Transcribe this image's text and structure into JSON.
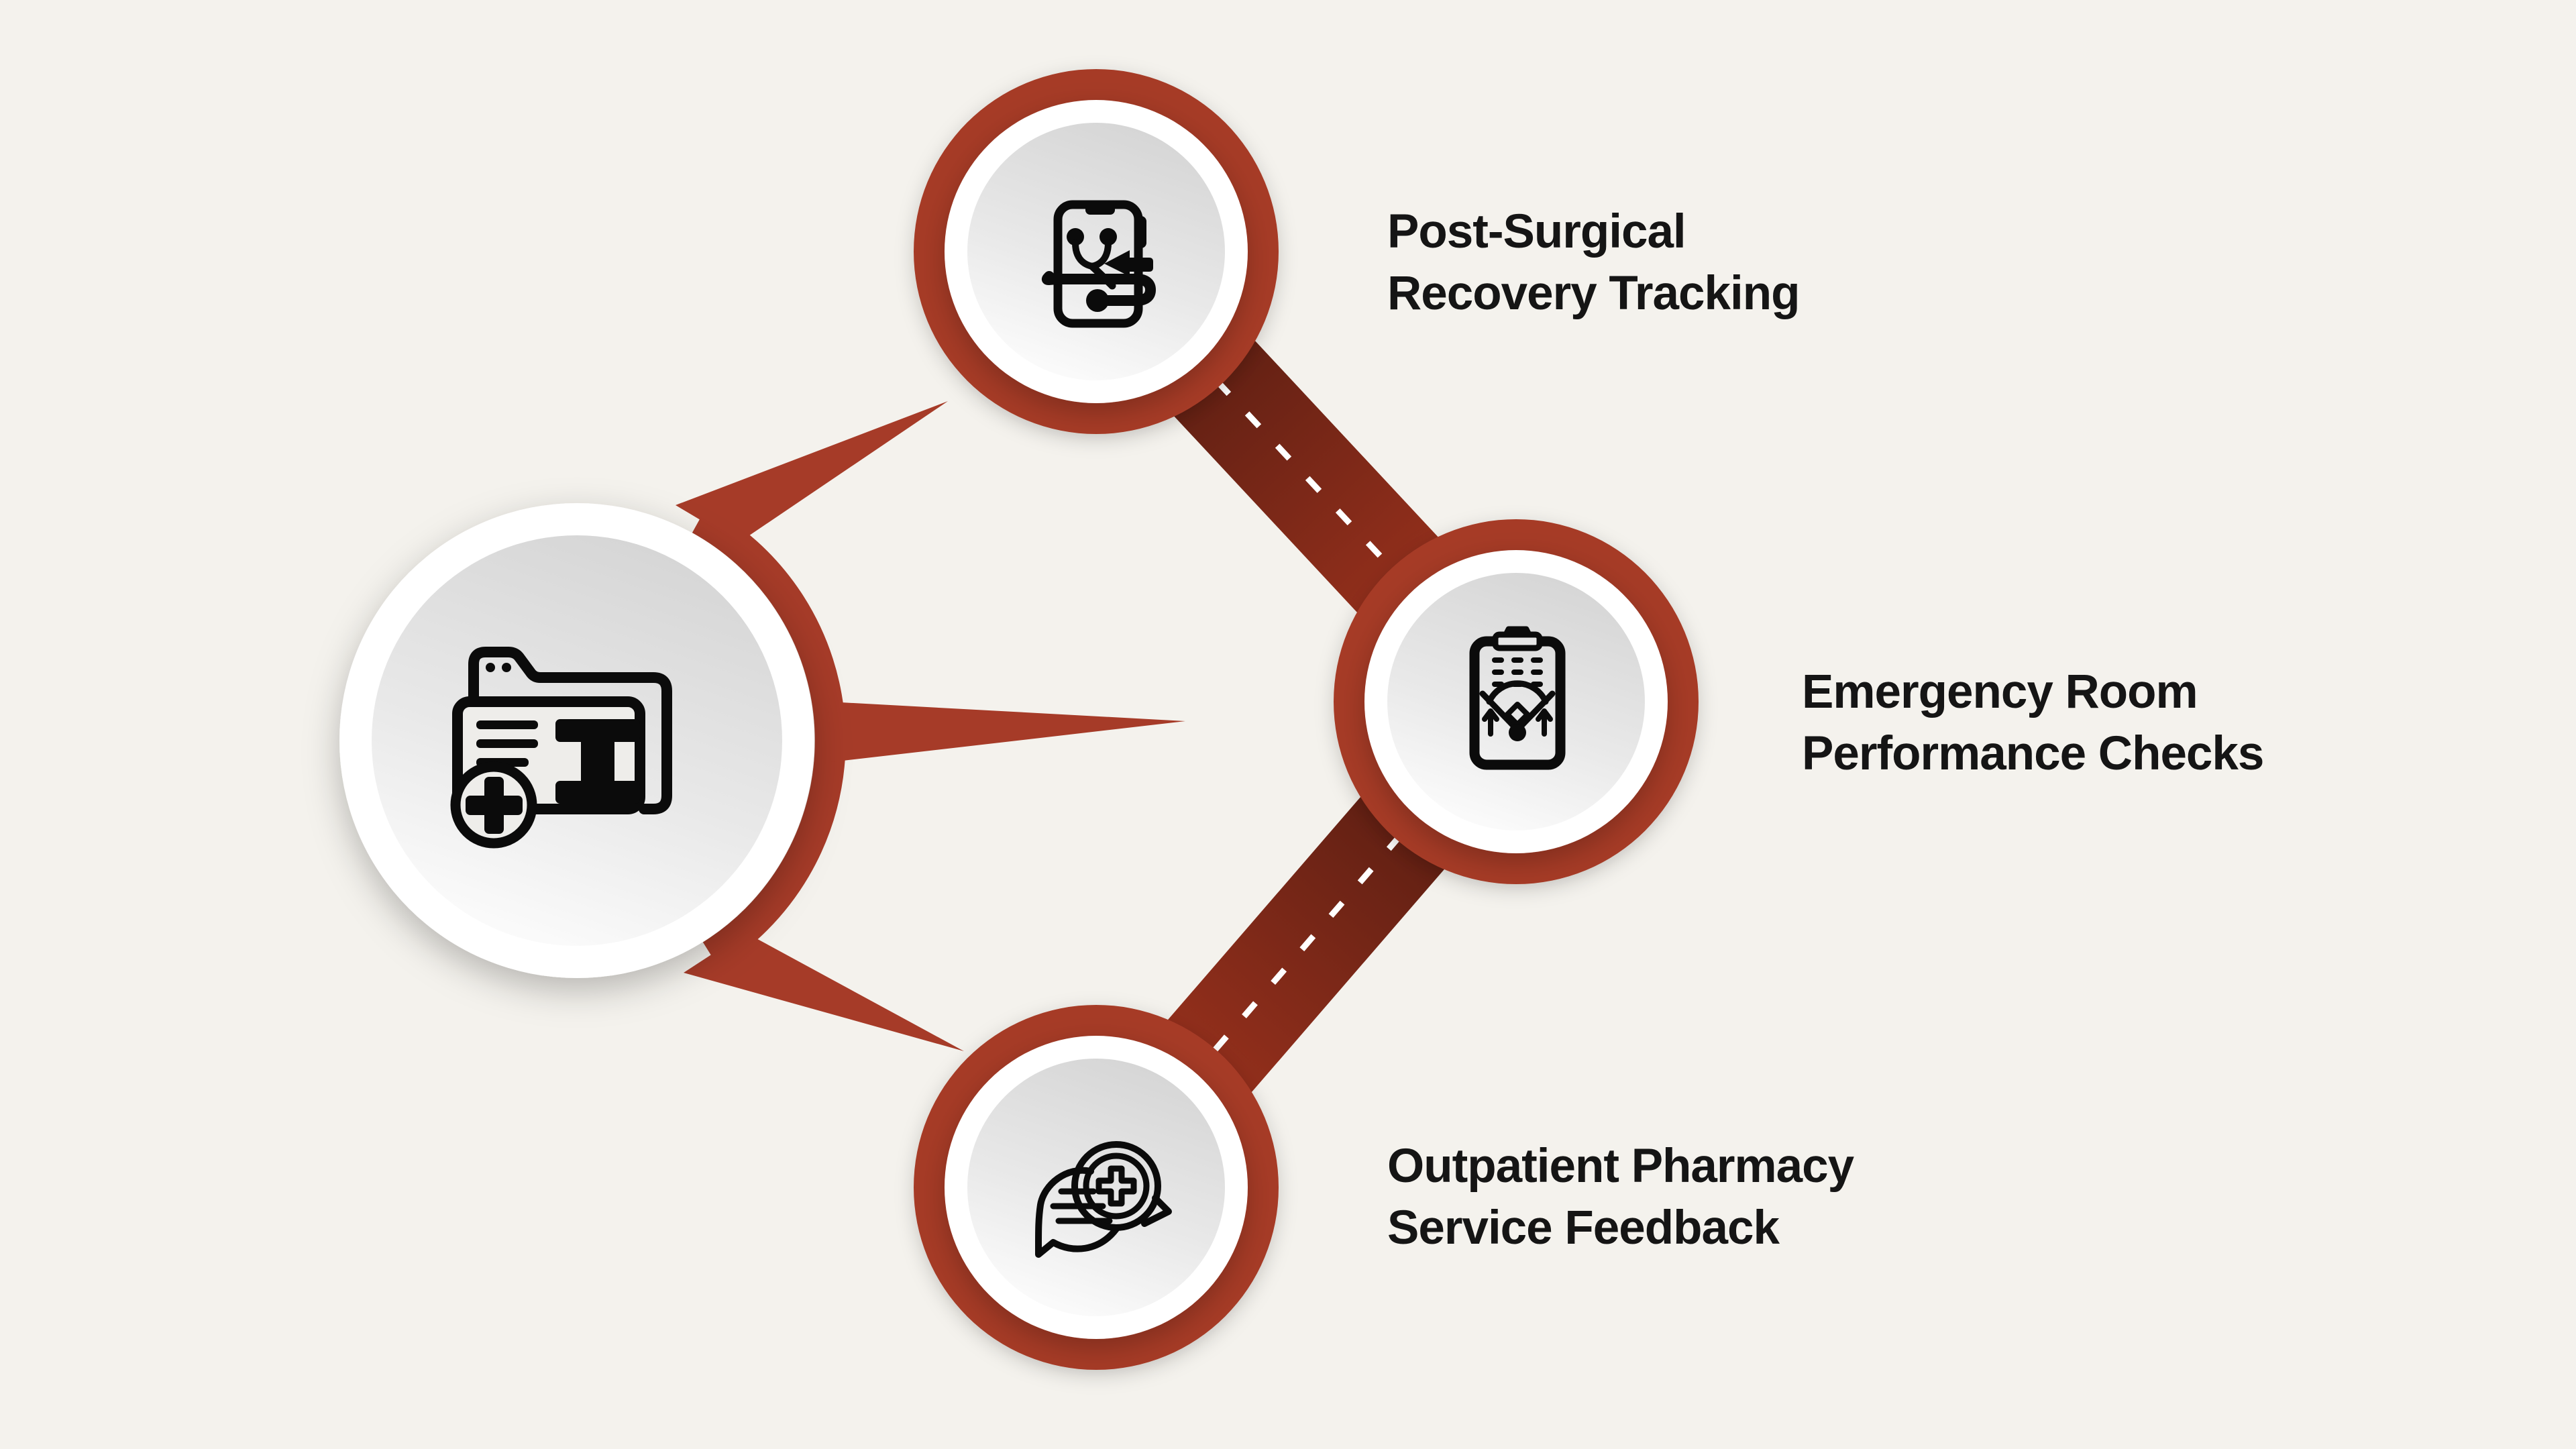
{
  "diagram": {
    "kind": "hub-and-spoke healthcare infographic",
    "hub": {
      "id": "hub",
      "icon": "medical-records-folder-icon"
    },
    "nodes": [
      {
        "id": "post-surgical-recovery",
        "label": "Post-Surgical\nRecovery Tracking",
        "icon": "phone-stethoscope-icon",
        "position": "top"
      },
      {
        "id": "emergency-room-performance",
        "label": "Emergency Room\nPerformance Checks",
        "icon": "clipboard-gauge-icon",
        "position": "middle-right"
      },
      {
        "id": "outpatient-pharmacy-feedback",
        "label": "Outpatient Pharmacy\nService Feedback",
        "icon": "chat-medical-cross-icon",
        "position": "bottom"
      }
    ],
    "connections": [
      {
        "from": "hub",
        "to": "post-surgical-recovery",
        "style": "ray-spike"
      },
      {
        "from": "hub",
        "to": "emergency-room-performance",
        "style": "ray-spike"
      },
      {
        "from": "hub",
        "to": "outpatient-pharmacy-feedback",
        "style": "ray-spike"
      },
      {
        "from": "post-surgical-recovery",
        "to": "emergency-room-performance",
        "style": "ribbon-dashed"
      },
      {
        "from": "emergency-room-performance",
        "to": "outpatient-pharmacy-feedback",
        "style": "ribbon-dashed"
      }
    ]
  },
  "colors": {
    "bg": "#F4F2ED",
    "accent": "#A63B28",
    "ribbon-dark": "#451309",
    "ribbon-mid": "#7A2718",
    "ribbon-light": "#A23420",
    "dash": "#FFFFFF",
    "ink": "#151515",
    "icon-ink": "#0B0B0B"
  }
}
